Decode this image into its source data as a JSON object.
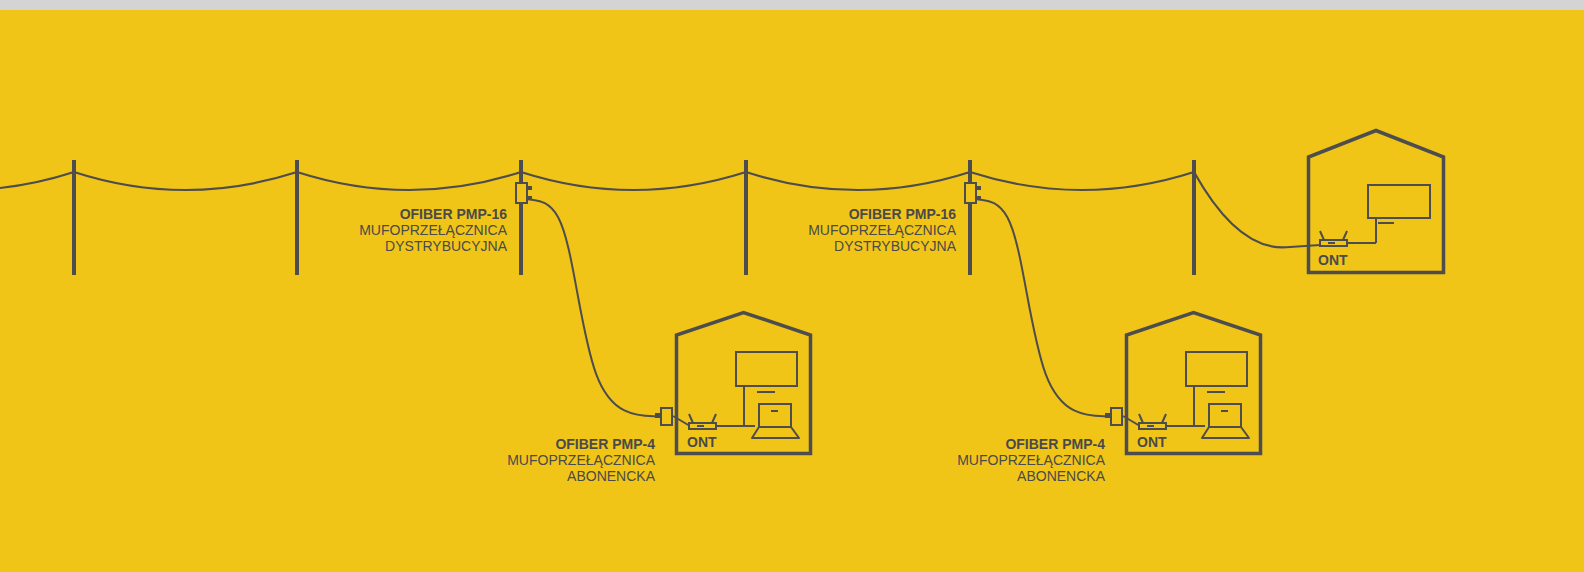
{
  "diagram": {
    "nodes": [
      {
        "text": [
          "OFIBER PMP-16",
          "MUFOPRZEŁĄCZNICA DYSTRYBUCYJNA"
        ]
      },
      {
        "text": [
          "OFIBER PMP-4",
          "MUFOPRZEŁĄCZNICA ABONENCKA"
        ]
      },
      {
        "text": [
          "ONT"
        ]
      },
      {
        "text": [
          "OFIBER PMP-16",
          "MUFOPRZEŁĄCZNICA DYSTRYBUCYJNA"
        ]
      },
      {
        "text": [
          "OFIBER PMP-4",
          "MUFOPRZEŁĄCZNICA ABONENCKA"
        ]
      },
      {
        "text": [
          "ONT"
        ]
      },
      {
        "text": [
          "ONT"
        ]
      }
    ],
    "edges": [
      {
        "from": 0,
        "to": 1,
        "arrow": "none"
      },
      {
        "from": 3,
        "to": 4,
        "arrow": "none"
      }
    ]
  }
}
